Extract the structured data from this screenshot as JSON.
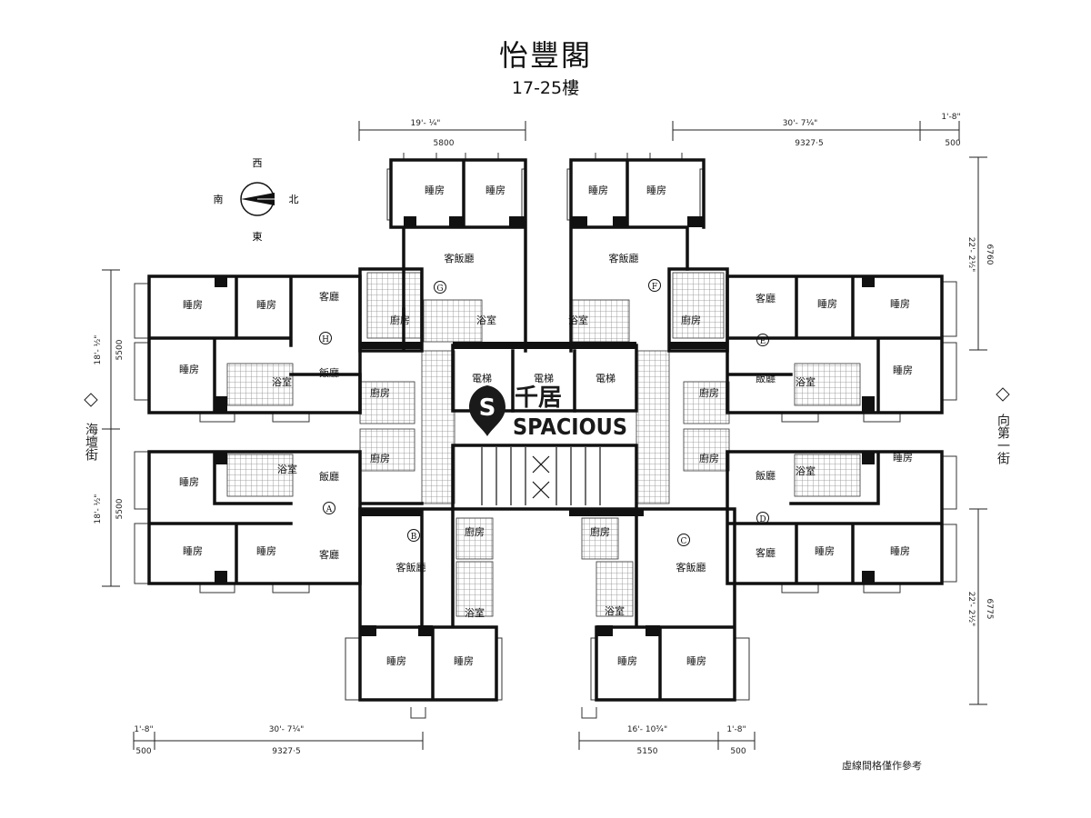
{
  "header": {
    "title": "怡豐閣",
    "subtitle": "17-25樓"
  },
  "compass": {
    "west": "西",
    "north": "北",
    "south": "南",
    "east": "東"
  },
  "street": {
    "left": "海壇街",
    "right": "向第一街"
  },
  "dimensions": {
    "top_left_imperial": "19'- ¼\"",
    "top_left_metric": "5800",
    "top_right_imperial": "30'- 7¼\"",
    "top_right_small_imperial": "1'-8\"",
    "top_right_metric": "9327·5",
    "top_right_small_metric": "500",
    "right_upper_imperial": "22'- 2½\"",
    "right_upper_metric": "6760",
    "right_lower_imperial": "22'- 2½\"",
    "right_lower_metric": "6775",
    "left_upper_imperial": "18'- ½\"",
    "left_upper_metric": "5500",
    "left_lower_imperial": "18'- ½\"",
    "left_lower_metric": "5500",
    "bottom_left_small_imperial": "1'-8\"",
    "bottom_left_imperial": "30'- 7¼\"",
    "bottom_left_small_metric": "500",
    "bottom_left_metric": "9327·5",
    "bottom_right_imperial": "16'- 10¾\"",
    "bottom_right_small_imperial": "1'-8\"",
    "bottom_right_metric": "5150",
    "bottom_right_small_metric": "500"
  },
  "units": {
    "A": "A",
    "B": "B",
    "C": "C",
    "D": "D",
    "E": "E",
    "F": "F",
    "G": "G",
    "H": "H"
  },
  "rooms": {
    "bedroom": "睡房",
    "living_dining": "客飯廳",
    "living": "客廳",
    "dining": "飯廳",
    "kitchen": "廚房",
    "bathroom": "浴室",
    "lift": "電梯"
  },
  "logo": {
    "chinese": "千居",
    "english": "SPACIOUS",
    "mark": "S"
  },
  "footer": {
    "note": "虛線間格僅作參考"
  },
  "colors": {
    "wall": "#111111",
    "tile": "#9a9a9a",
    "logo": "#1a1a1a"
  }
}
